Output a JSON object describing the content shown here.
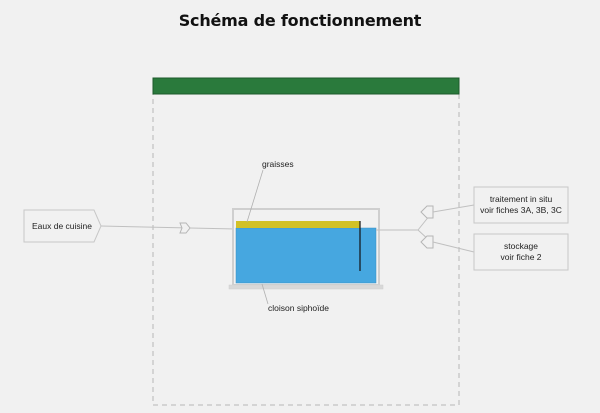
{
  "title": "Schéma de fonctionnement",
  "input": {
    "label": "Eaux de cuisine"
  },
  "labels": {
    "grease": "graisses",
    "siphon": "cloison siphoïde"
  },
  "outputs": [
    {
      "line1": "traitement in situ",
      "line2": "voir fiches 3A, 3B, 3C"
    },
    {
      "line1": "stockage",
      "line2": "voir fiche 2"
    }
  ],
  "colors": {
    "lid": "#2a7a3c",
    "grease": "#d2c126",
    "water": "#46a7e0",
    "outline": "#c9c9c9"
  }
}
